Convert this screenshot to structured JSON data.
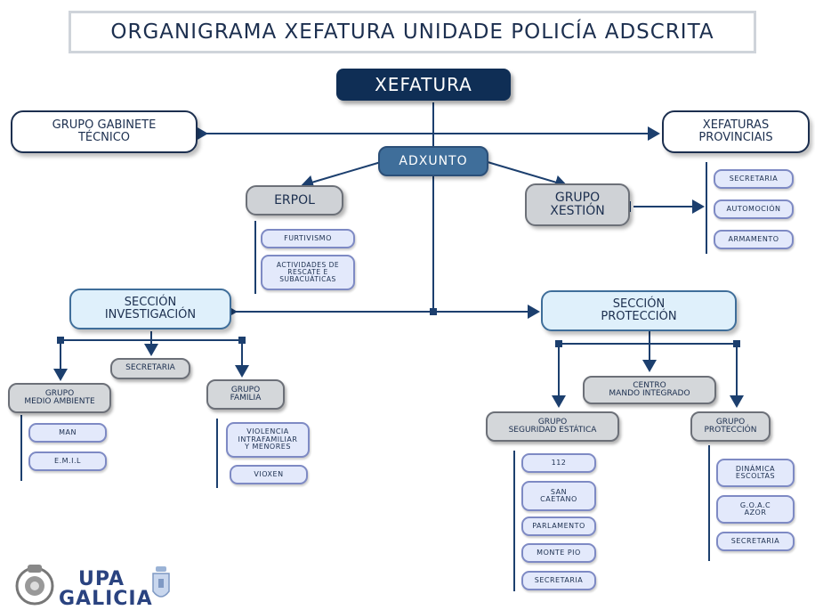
{
  "title": "ORGANIGRAMA XEFATURA UNIDADE POLICÍA ADSCRITA",
  "nodes": {
    "xefatura": "XEFATURA",
    "adxunto": "ADXUNTO",
    "gabinete": "GRUPO GABINETE\nTÉCNICO",
    "provinciais": "XEFATURAS\nPROVINCIAIS",
    "erpol": "ERPOL",
    "xestion": "GRUPO\nXESTIÓN",
    "sec_investigacion": "SECCIÓN\nINVESTIGACIÓN",
    "sec_proteccion": "SECCIÓN\nPROTECCIÓN",
    "grupo_medio": "GRUPO\nMEDIO AMBIENTE",
    "secretaria_inv": "SECRETARIA",
    "grupo_familia": "GRUPO\nFAMILIA",
    "centro_mando": "CENTRO\nMANDO INTEGRADO",
    "grupo_seg_estatica": "GRUPO\nSEGURIDAD ESTÁTICA",
    "grupo_proteccion": "GRUPO\nPROTECCIÓN"
  },
  "provinciais_items": [
    "SECRETARIA",
    "AUTOMOCIÓN",
    "ARMAMENTO"
  ],
  "erpol_items": [
    "FURTIVISMO",
    "ACTIVIDADES DE\nRESCATE E\nSUBACUÁTICAS"
  ],
  "medio_items": [
    "MAN",
    "E.M.I.L"
  ],
  "familia_items": [
    "VIOLENCIA\nINTRAFAMILIAR\nY MENORES",
    "VIOXEN"
  ],
  "seg_estatica_items": [
    "112",
    "SAN\nCAETANO",
    "PARLAMENTO",
    "MONTE PIO",
    "SECRETARIA"
  ],
  "proteccion_items": [
    "DINÁMICA\nESCOLTAS",
    "G.O.A.C\nAZOR",
    "SECRETARIA"
  ],
  "logo": {
    "line1": "UPA",
    "line2": "GALICIA"
  },
  "colors": {
    "navy": "#0f2e55",
    "steel": "#3f6e9a",
    "light_blue": "#dff0fb",
    "gray": "#cfd2d6",
    "lavender": "#e3e9fb"
  }
}
